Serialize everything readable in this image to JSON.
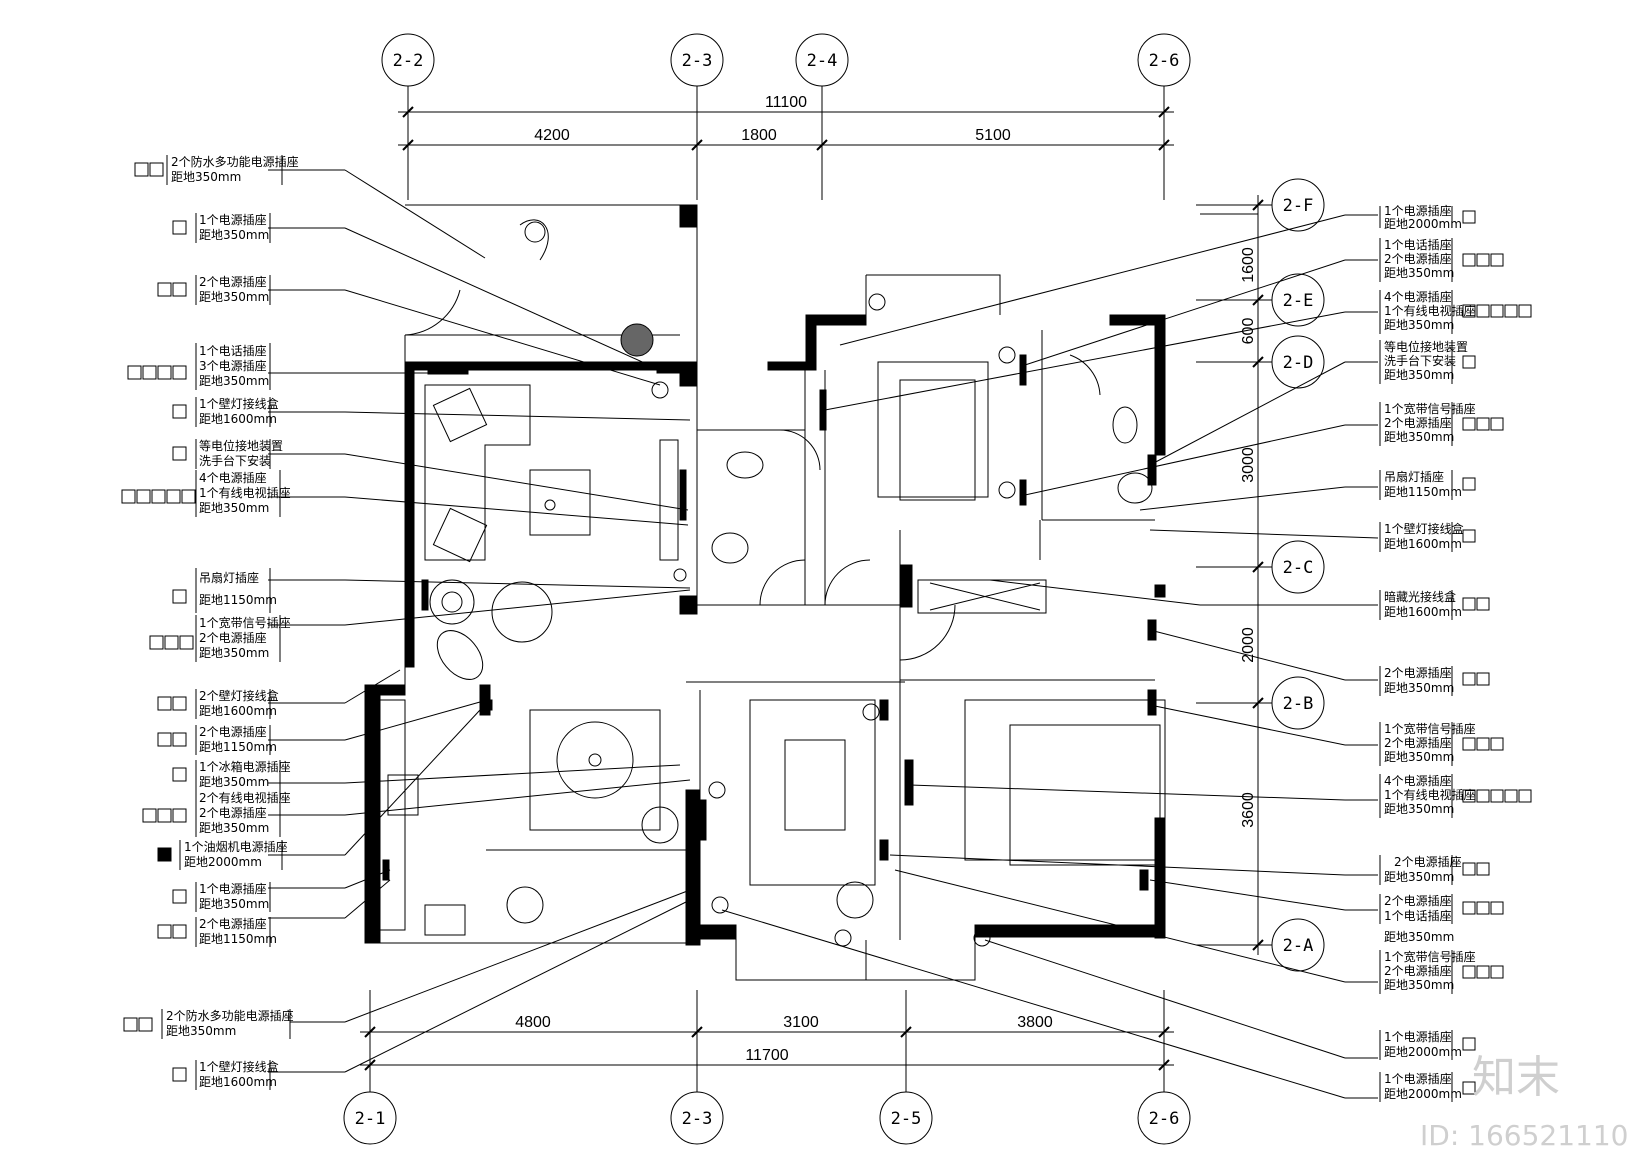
{
  "axes": {
    "top": [
      "2-2",
      "2-3",
      "2-4",
      "2-6"
    ],
    "bottom": [
      "2-1",
      "2-3",
      "2-5",
      "2-6"
    ],
    "right": [
      "2-F",
      "2-E",
      "2-D",
      "2-C",
      "2-B",
      "2-A"
    ]
  },
  "dimensions": {
    "top_total": "11100",
    "top": [
      "4200",
      "1800",
      "5100"
    ],
    "bottom_total": "11700",
    "bottom": [
      "4800",
      "3100",
      "3800"
    ],
    "right": [
      "1600",
      "600",
      "3000",
      "2000",
      "3600"
    ]
  },
  "left_notes": [
    {
      "lines": [
        "2个防水多功能电源插座",
        "距地350mm"
      ],
      "icons": 2
    },
    {
      "lines": [
        "1个电源插座",
        "距地350mm"
      ],
      "icons": 1
    },
    {
      "lines": [
        "2个电源插座",
        "距地350mm"
      ],
      "icons": 2
    },
    {
      "lines": [
        "1个电话插座",
        "3个电源插座",
        "距地350mm"
      ],
      "icons": 4
    },
    {
      "lines": [
        "1个壁灯接线盒",
        "距地1600mm"
      ],
      "icons": 1
    },
    {
      "lines": [
        "等电位接地装置",
        "洗手台下安装"
      ],
      "icons": 1
    },
    {
      "lines": [
        "4个电源插座",
        "1个有线电视插座",
        "距地350mm"
      ],
      "icons": 5
    },
    {
      "lines": [
        "吊扇灯插座",
        "距地1150mm"
      ],
      "icons": 1
    },
    {
      "lines": [
        "1个宽带信号插座",
        "2个电源插座",
        "距地350mm"
      ],
      "icons": 3
    },
    {
      "lines": [
        "2个壁灯接线盒",
        "距地1600mm"
      ],
      "icons": 2
    },
    {
      "lines": [
        "2个电源插座",
        "距地1150mm"
      ],
      "icons": 2
    },
    {
      "lines": [
        "1个冰箱电源插座",
        "距地350mm"
      ],
      "icons": 1
    },
    {
      "lines": [
        "2个有线电视插座",
        "2个电源插座",
        "距地350mm"
      ],
      "icons": 3
    },
    {
      "lines": [
        "1个油烟机电源插座",
        "距地2000mm"
      ],
      "icons": 1
    },
    {
      "lines": [
        "1个电源插座",
        "距地350mm"
      ],
      "icons": 1
    },
    {
      "lines": [
        "2个电源插座",
        "距地1150mm"
      ],
      "icons": 2
    },
    {
      "lines": [
        "2个防水多功能电源插座",
        "距地350mm"
      ],
      "icons": 2
    },
    {
      "lines": [
        "1个壁灯接线盒",
        "距地1600mm"
      ],
      "icons": 1
    }
  ],
  "right_notes": [
    {
      "lines": [
        "1个电源插座",
        "距地2000mm"
      ],
      "icons": 1
    },
    {
      "lines": [
        "1个电话插座",
        "2个电源插座",
        "距地350mm"
      ],
      "icons": 3
    },
    {
      "lines": [
        "4个电源插座",
        "1个有线电视插座",
        "距地350mm"
      ],
      "icons": 5
    },
    {
      "lines": [
        "等电位接地装置",
        "洗手台下安装",
        "距地350mm"
      ],
      "icons": 1
    },
    {
      "lines": [
        "1个宽带信号插座",
        "2个电源插座",
        "距地350mm"
      ],
      "icons": 3
    },
    {
      "lines": [
        "吊扇灯插座",
        "距地1150mm"
      ],
      "icons": 1
    },
    {
      "lines": [
        "1个壁灯接线盒",
        "距地1600mm"
      ],
      "icons": 1
    },
    {
      "lines": [
        "暗藏光接线盒",
        "距地1600mm"
      ],
      "icons": 2
    },
    {
      "lines": [
        "2个电源插座",
        "距地350mm"
      ],
      "icons": 2
    },
    {
      "lines": [
        "1个宽带信号插座",
        "2个电源插座",
        "距地350mm"
      ],
      "icons": 3
    },
    {
      "lines": [
        "4个电源插座",
        "1个有线电视插座",
        "距地350mm"
      ],
      "icons": 5
    },
    {
      "lines": [
        "2个电源插座",
        "距地350mm"
      ],
      "icons": 2
    },
    {
      "lines": [
        "2个电源插座",
        "1个电话插座",
        "距地350mm"
      ],
      "icons": 3
    },
    {
      "lines": [
        "1个宽带信号插座",
        "2个电源插座",
        "距地350mm"
      ],
      "icons": 3
    },
    {
      "lines": [
        "1个电源插座",
        "距地2000mm"
      ],
      "icons": 1
    },
    {
      "lines": [
        "1个电源插座",
        "距地2000mm"
      ],
      "icons": 1
    }
  ],
  "watermark": {
    "logo": "知末",
    "id": "ID: 166521110"
  }
}
